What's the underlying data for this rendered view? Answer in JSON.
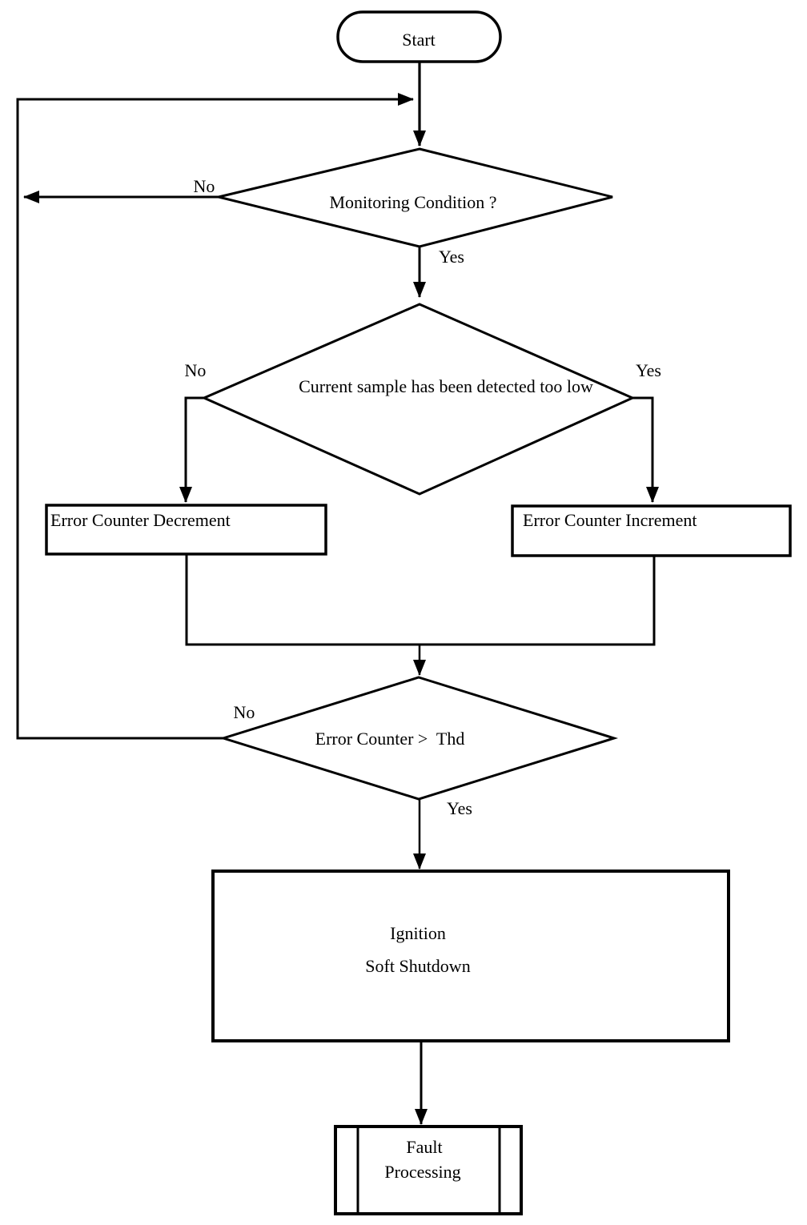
{
  "diagram": {
    "type": "flowchart",
    "colors": {
      "line": "#000000",
      "background": "#ffffff"
    },
    "nodes": {
      "start": {
        "type": "terminator",
        "label": "Start"
      },
      "monitoring": {
        "type": "decision",
        "label": "Monitoring Condition ?"
      },
      "sample_low": {
        "type": "decision",
        "label": "Current sample has been detected too low"
      },
      "decrement": {
        "type": "process",
        "label": "Error Counter Decrement"
      },
      "increment": {
        "type": "process",
        "label": "Error Counter Increment"
      },
      "threshold": {
        "type": "decision",
        "label": "Error Counter >  Thd"
      },
      "ignition": {
        "type": "process",
        "line1": "Ignition",
        "line2": "Soft Shutdown"
      },
      "fault": {
        "type": "predefined-process",
        "line1": "Fault",
        "line2": "Processing"
      }
    },
    "edge_labels": {
      "monitoring_no": "No",
      "monitoring_yes": "Yes",
      "sample_no": "No",
      "sample_yes": "Yes",
      "threshold_no": "No",
      "threshold_yes": "Yes"
    }
  }
}
